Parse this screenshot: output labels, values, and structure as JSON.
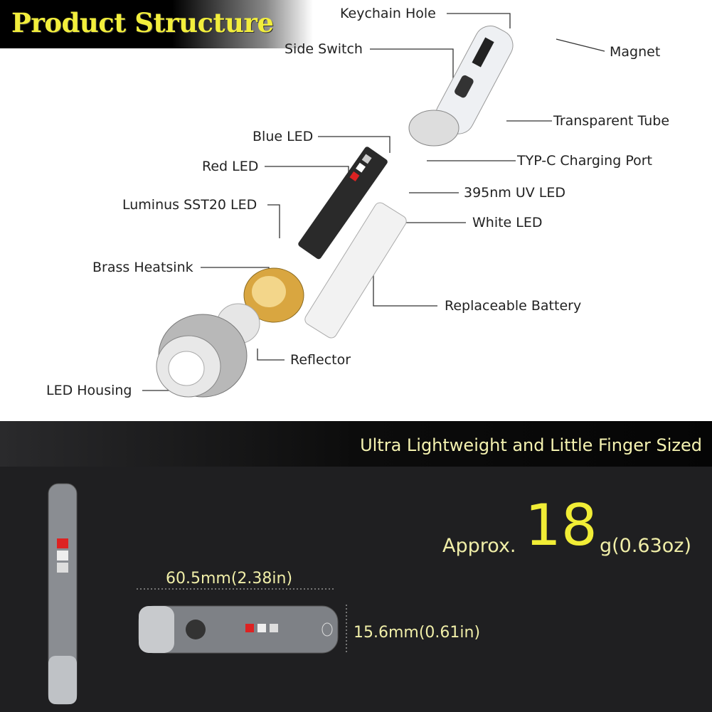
{
  "header": {
    "title": "Product Structure"
  },
  "labels": {
    "keychain_hole": "Keychain Hole",
    "side_switch": "Side Switch",
    "magnet": "Magnet",
    "transparent_tube": "Transparent Tube",
    "blue_led": "Blue LED",
    "charging_port": "TYP-C Charging Port",
    "red_led": "Red LED",
    "uv_led": "395nm UV LED",
    "sst20_led": "Luminus SST20 LED",
    "white_led": "White LED",
    "brass_heatsink": "Brass Heatsink",
    "battery": "Replaceable Battery",
    "reflector": "Reflector",
    "led_housing": "LED Housing"
  },
  "specs": {
    "tagline": "Ultra Lightweight and Little Finger Sized",
    "weight_prefix": "Approx.",
    "weight_value": "18",
    "weight_unit": "g(0.63oz)",
    "length": "60.5mm(2.38in)",
    "diameter": "15.6mm(0.61in)"
  },
  "colors": {
    "accent_yellow": "#f1ed36",
    "text_cream": "#f0eea8",
    "dark_bg": "#1f1f21"
  }
}
